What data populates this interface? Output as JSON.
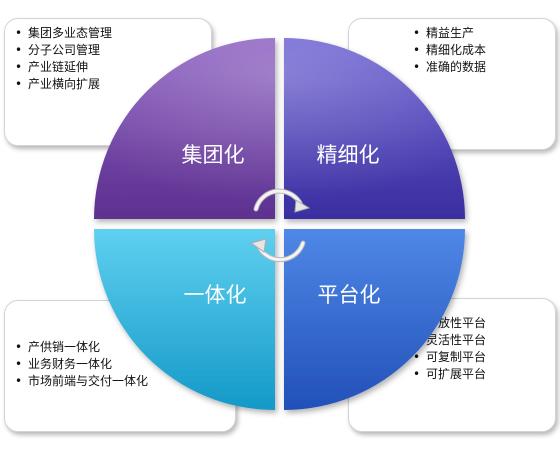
{
  "quadrants": {
    "top_left": {
      "label": "集团化",
      "color": "#6b3f9c"
    },
    "top_right": {
      "label": "精细化",
      "color": "#4b3fb3"
    },
    "bottom_left": {
      "label": "一体化",
      "color": "#25b6de"
    },
    "bottom_right": {
      "label": "平台化",
      "color": "#2f67cf"
    }
  },
  "callouts": {
    "top_left": {
      "items": [
        "集团多业态管理",
        "分子公司管理",
        "产业链延伸",
        "产业横向扩展"
      ]
    },
    "top_right": {
      "items": [
        "精益生产",
        "精细化成本",
        "准确的数据"
      ]
    },
    "bottom_left": {
      "items": [
        "产供销一体化",
        "业务财务一体化",
        "市场前端与交付一体化"
      ]
    },
    "bottom_right": {
      "items": [
        "开放性平台",
        "灵活性平台",
        "可复制平台",
        "可扩展平台"
      ]
    }
  }
}
